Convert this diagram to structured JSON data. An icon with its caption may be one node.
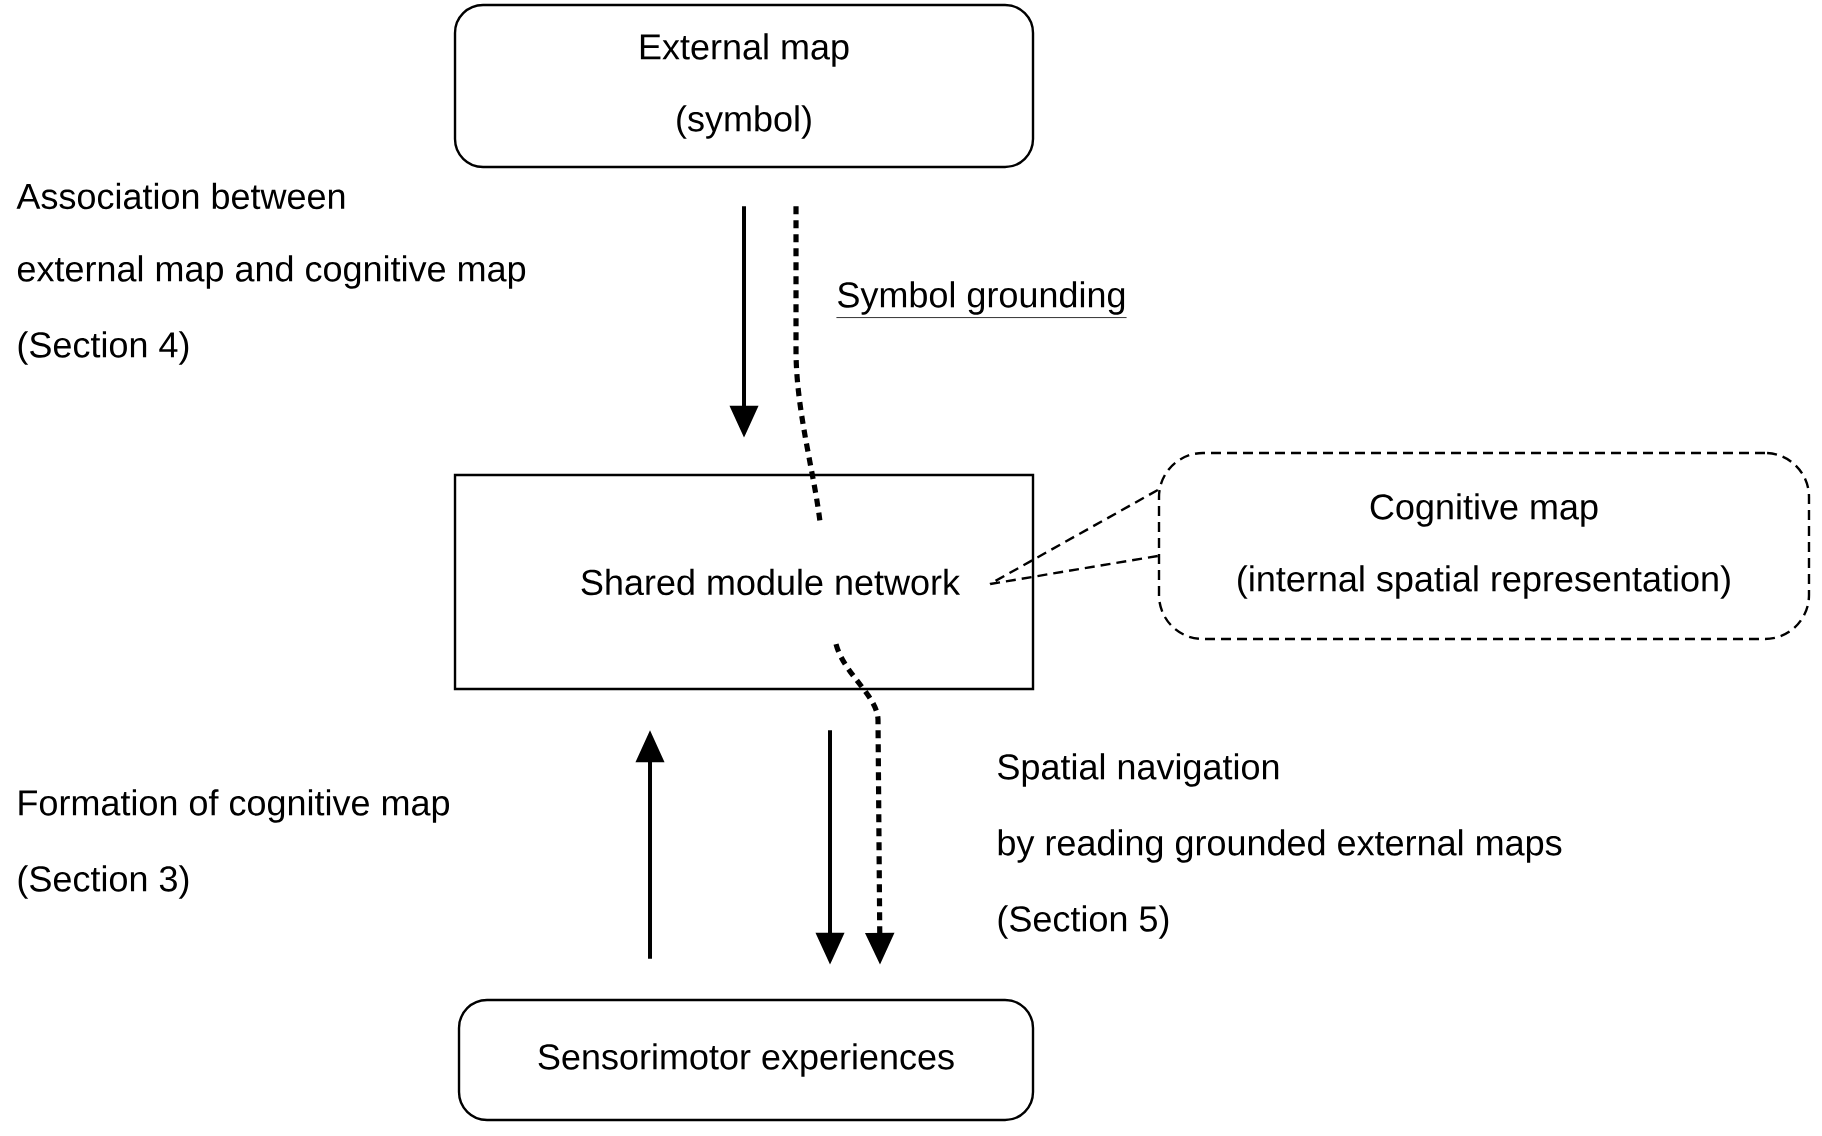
{
  "diagram": {
    "nodes": [
      {
        "text": [
          "External map",
          "(symbol)"
        ]
      },
      {
        "text": [
          "Shared module network"
        ]
      },
      {
        "text": [
          "Cognitive map",
          "(internal spatial representation)"
        ]
      },
      {
        "text": [
          "Sensorimotor experiences"
        ]
      }
    ],
    "edges": [
      {
        "from": 0,
        "to": 1,
        "arrow": "to"
      },
      {
        "from": 0,
        "to": 1,
        "arrow": "none",
        "style": "dashed"
      },
      {
        "from": 2,
        "to": 1,
        "arrow": "none",
        "style": "dashed"
      },
      {
        "from": 3,
        "to": 1,
        "arrow": "to"
      },
      {
        "from": 1,
        "to": 3,
        "arrow": "to"
      },
      {
        "from": 1,
        "to": 3,
        "arrow": "to",
        "style": "dashed"
      }
    ],
    "labels": [
      "Association between",
      "external map and cognitive map",
      "(Section 4)",
      "Symbol grounding",
      "Formation of cognitive map",
      "(Section 3)",
      "Spatial navigation",
      "by reading grounded external maps",
      "(Section 5)"
    ]
  }
}
